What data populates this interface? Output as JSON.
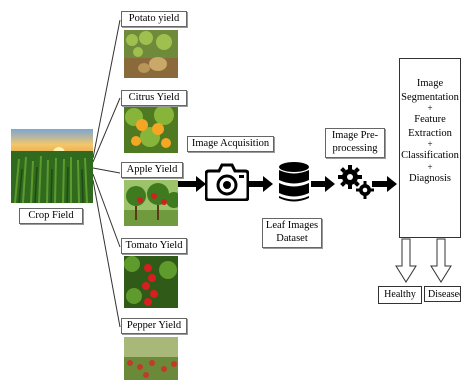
{
  "source": {
    "label": "Crop Field"
  },
  "yields": [
    {
      "label": "Potato yield"
    },
    {
      "label": "Citrus Yield"
    },
    {
      "label": "Apple Yield"
    },
    {
      "label": "Tomato Yield"
    },
    {
      "label": "Pepper Yield"
    }
  ],
  "stages": {
    "acquisition": "Image Acquisition",
    "dataset_line1": "Leaf Images",
    "dataset_line2": "Dataset",
    "preprocessing_line1": "Image Pre-",
    "preprocessing_line2": "processing"
  },
  "analysis": {
    "segmentation_line1": "Image",
    "segmentation_line2": "Segmentation",
    "plus": "+",
    "feature_line1": "Feature",
    "feature_line2": "Extraction",
    "classification": "Classification",
    "diagnosis": "Diagnosis"
  },
  "outputs": {
    "healthy": "Healthy",
    "diseased": "Diseased"
  },
  "icons": {
    "camera": "camera-icon",
    "database": "database-icon",
    "gears": "gears-icon",
    "arrow": "arrow-icon"
  }
}
